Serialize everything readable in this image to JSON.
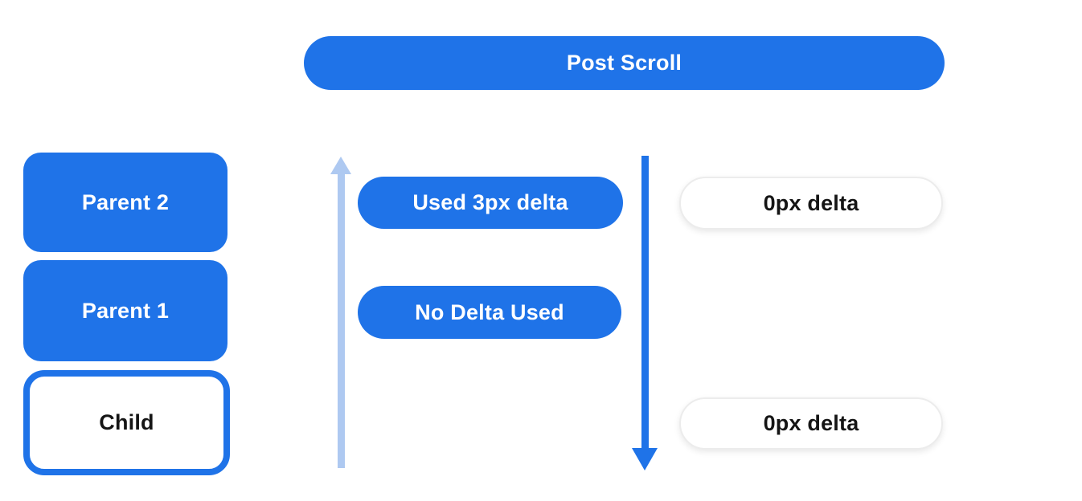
{
  "diagram": {
    "title": "Post Scroll",
    "chain": {
      "parent2_label": "Parent 2",
      "parent1_label": "Parent 1",
      "child_label": "Child"
    },
    "deltas": {
      "used_delta_label": "Used 3px delta",
      "no_delta_label": "No Delta Used",
      "zero_delta_top_label": "0px delta",
      "zero_delta_bottom_label": "0px delta"
    },
    "colors": {
      "primary_blue": "#1f73e8",
      "light_blue": "#aec9f1",
      "white": "#ffffff",
      "dark_text": "#151515",
      "white_pill_border": "#ececec"
    }
  }
}
